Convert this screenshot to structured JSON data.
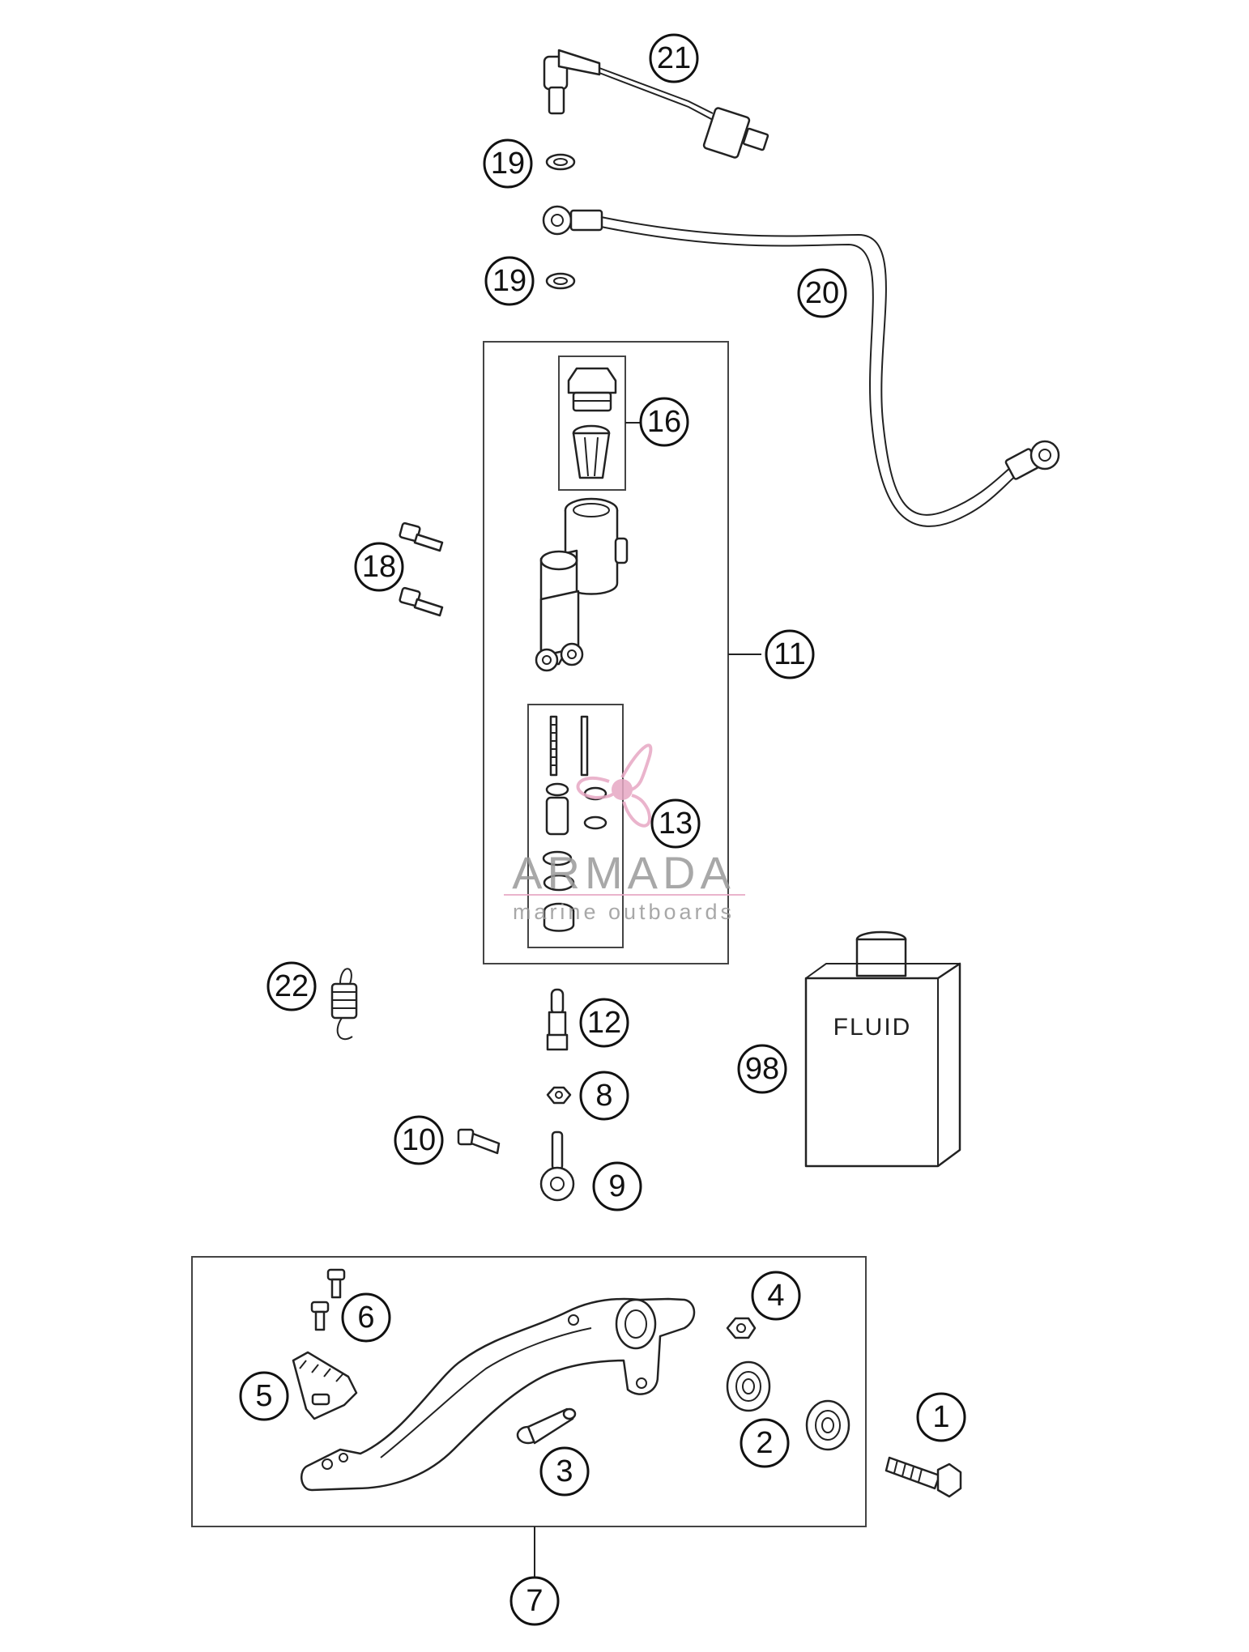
{
  "diagram": {
    "callouts": [
      {
        "id": "c21",
        "label": "21"
      },
      {
        "id": "c19a",
        "label": "19"
      },
      {
        "id": "c19b",
        "label": "19"
      },
      {
        "id": "c20",
        "label": "20"
      },
      {
        "id": "c16",
        "label": "16"
      },
      {
        "id": "c18",
        "label": "18"
      },
      {
        "id": "c11",
        "label": "11"
      },
      {
        "id": "c13",
        "label": "13"
      },
      {
        "id": "c22",
        "label": "22"
      },
      {
        "id": "c12",
        "label": "12"
      },
      {
        "id": "c98",
        "label": "98"
      },
      {
        "id": "c8",
        "label": "8"
      },
      {
        "id": "c10",
        "label": "10"
      },
      {
        "id": "c9",
        "label": "9"
      },
      {
        "id": "c4",
        "label": "4"
      },
      {
        "id": "c6",
        "label": "6"
      },
      {
        "id": "c5",
        "label": "5"
      },
      {
        "id": "c1",
        "label": "1"
      },
      {
        "id": "c2",
        "label": "2"
      },
      {
        "id": "c3",
        "label": "3"
      },
      {
        "id": "c7",
        "label": "7"
      }
    ],
    "fluid_label": "FLUID",
    "watermark": {
      "title": "ARMADA",
      "subtitle": "marine outboards",
      "logo_color": "#e7a8c4"
    }
  }
}
